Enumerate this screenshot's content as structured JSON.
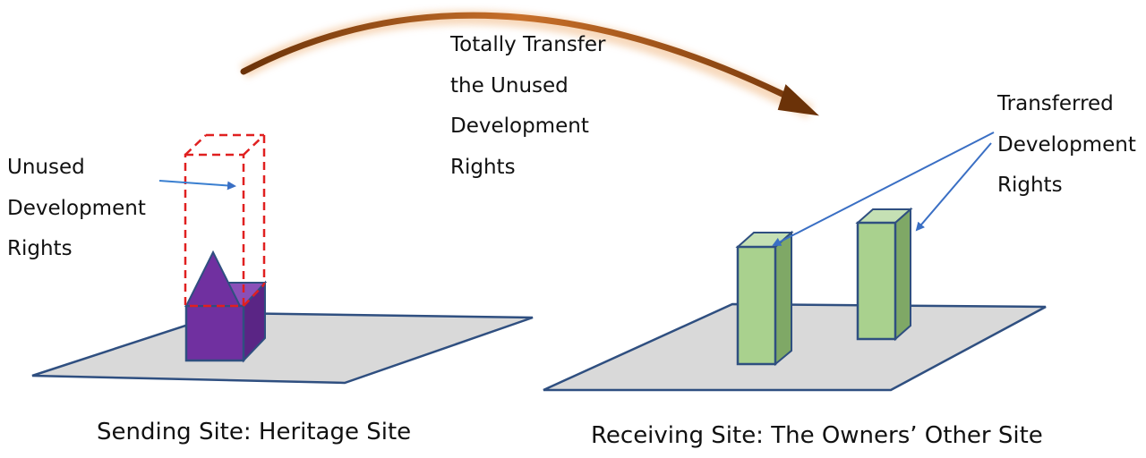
{
  "labels": {
    "unused": [
      "Unused",
      "Development",
      "Rights"
    ],
    "transfer": [
      "Totally Transfer",
      "the Unused",
      "Development",
      "Rights"
    ],
    "transferred": [
      "Transferred",
      "Development",
      "Rights"
    ],
    "sending_caption": "Sending Site: Heritage Site",
    "receiving_caption": "Receiving Site: The Owners’ Other Site"
  },
  "colors": {
    "ground": "#d9d9d9",
    "outline": "#2f4f80",
    "heritage": "#7030a0",
    "tower": "#a9d18e",
    "dashed": "#e02020",
    "arrow_blue": "#3a6fc4",
    "arc": "#a0521a"
  }
}
